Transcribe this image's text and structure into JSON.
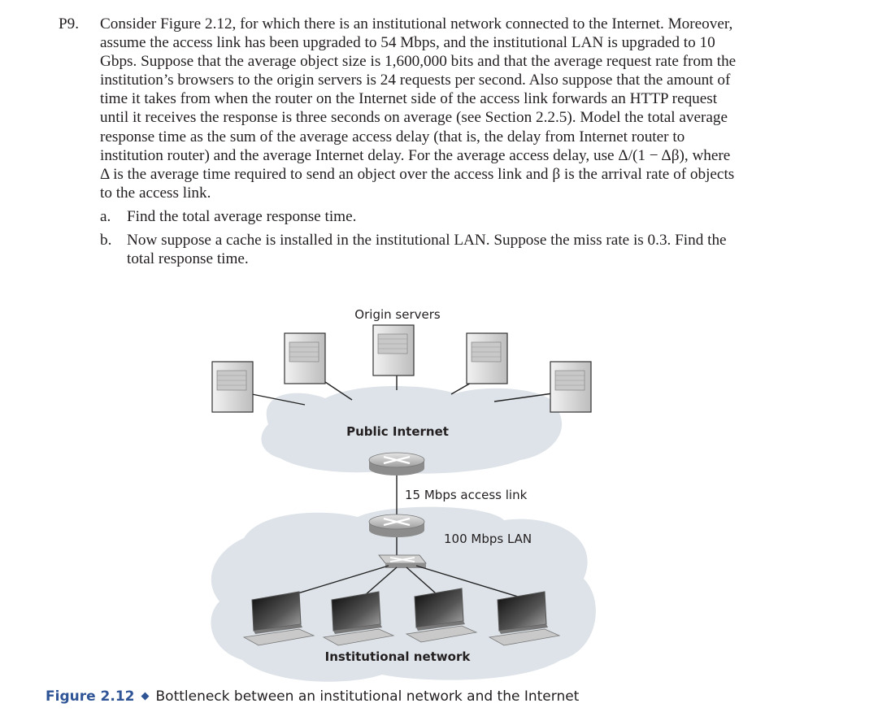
{
  "problem": {
    "label": "P9.",
    "text": "Consider Figure 2.12, for which there is an institutional network connected to the Internet. Moreover, assume the access link has been upgraded to 54 Mbps, and the institutional LAN is upgraded to 10 Gbps. Suppose that the average object size is 1,600,000 bits and that the average request rate from the institution’s browsers to the origin servers is 24 requests per second. Also suppose that the amount of time it takes from when the router on the Internet side of the access link forwards an HTTP request until it receives the response is three seconds on average (see Section 2.2.5). Model the total average response time as the sum of the average access delay (that is, the delay from Internet router to institution router) and the average Internet delay. For the average access delay, use Δ/(1 − Δβ), where Δ is the average time required to send an object over the access link and β is the arrival rate of objects to the access link.",
    "parts": [
      {
        "label": "a.",
        "text": "Find the total average response time."
      },
      {
        "label": "b.",
        "text": "Now suppose a cache is installed in the institutional LAN. Suppose the miss rate is 0.3. Find the total response time."
      }
    ]
  },
  "figure": {
    "origin_servers_label": "Origin servers",
    "public_internet_label": "Public Internet",
    "access_link_label": "15 Mbps access link",
    "lan_label": "100 Mbps LAN",
    "institutional_label": "Institutional network",
    "caption_number": "Figure 2.12",
    "caption_text": "Bottleneck between an institutional network and the Internet"
  }
}
